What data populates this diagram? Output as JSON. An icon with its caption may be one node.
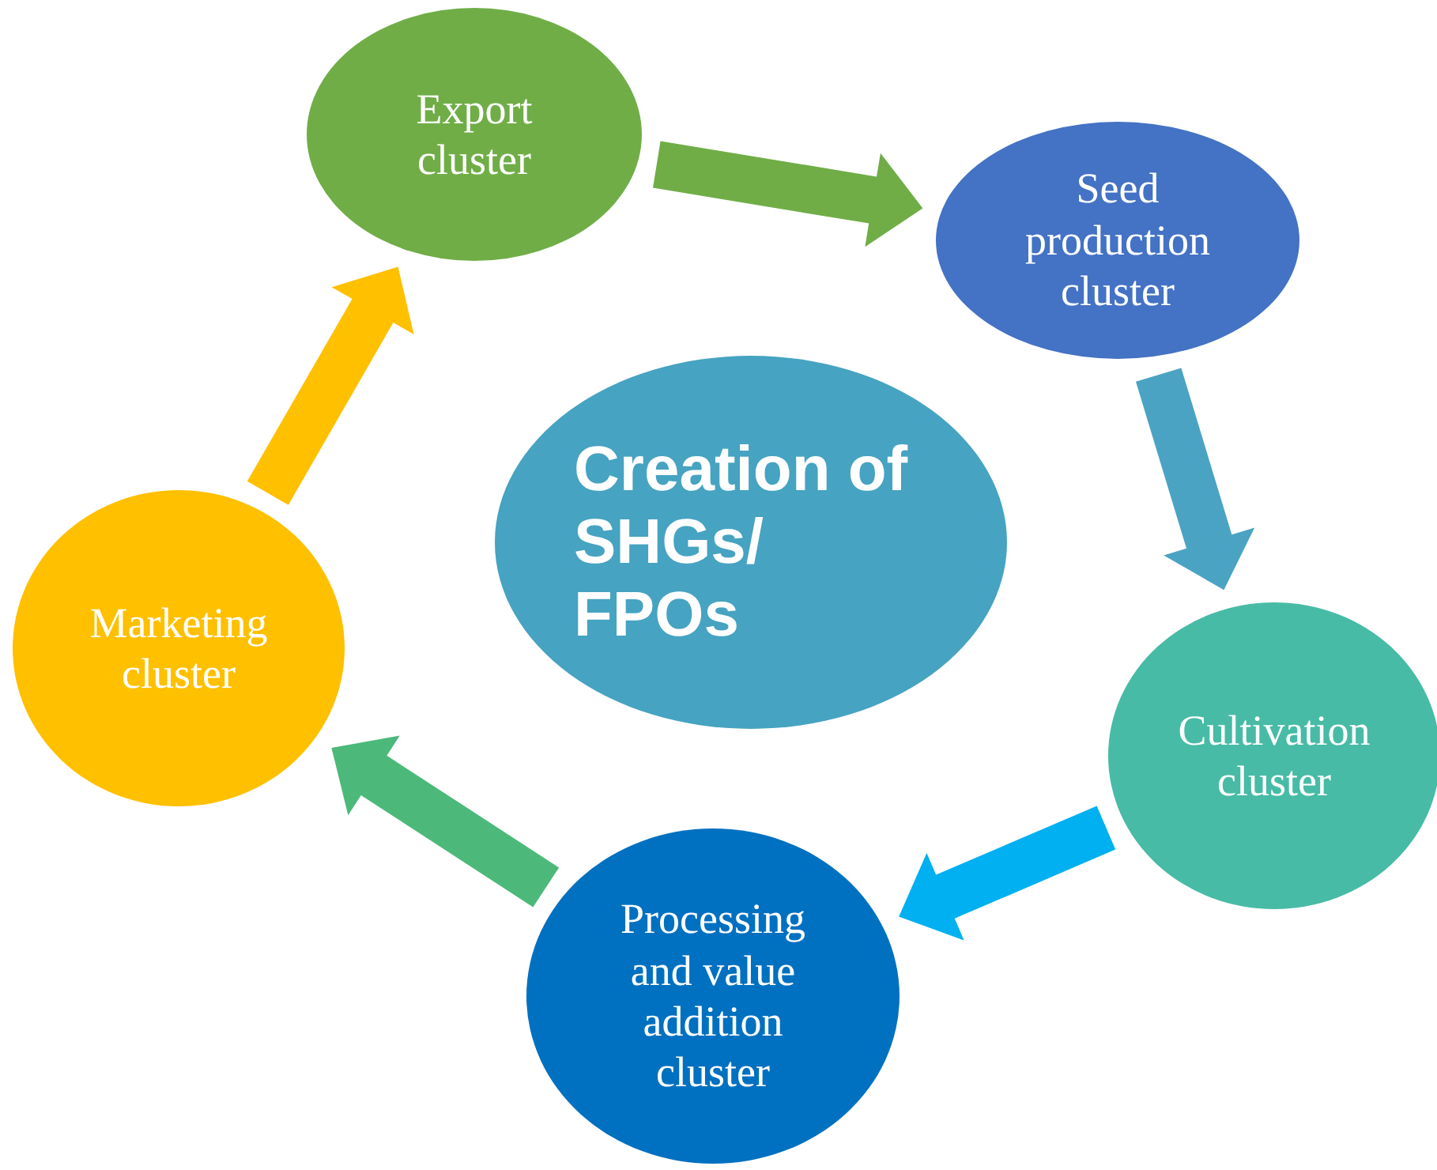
{
  "diagram": {
    "nodes": [
      {
        "text": [
          "Export cluster"
        ]
      },
      {
        "text": [
          "Seed production cluster"
        ]
      },
      {
        "text": [
          "Creation of SHGs/ FPOs"
        ]
      },
      {
        "text": [
          "Cultivation cluster"
        ]
      },
      {
        "text": [
          "Processing and value addition cluster"
        ]
      },
      {
        "text": [
          "Marketing cluster"
        ]
      }
    ],
    "edges": [
      {
        "from": 0,
        "to": 1,
        "arrow": "to",
        "color": "#70ad47"
      },
      {
        "from": 1,
        "to": 3,
        "arrow": "to",
        "color": "#4ba3c3"
      },
      {
        "from": 3,
        "to": 4,
        "arrow": "to",
        "color": "#00b0f0"
      },
      {
        "from": 4,
        "to": 5,
        "arrow": "to",
        "color": "#4cb97a"
      },
      {
        "from": 5,
        "to": 0,
        "arrow": "to",
        "color": "#ffc000"
      }
    ]
  }
}
